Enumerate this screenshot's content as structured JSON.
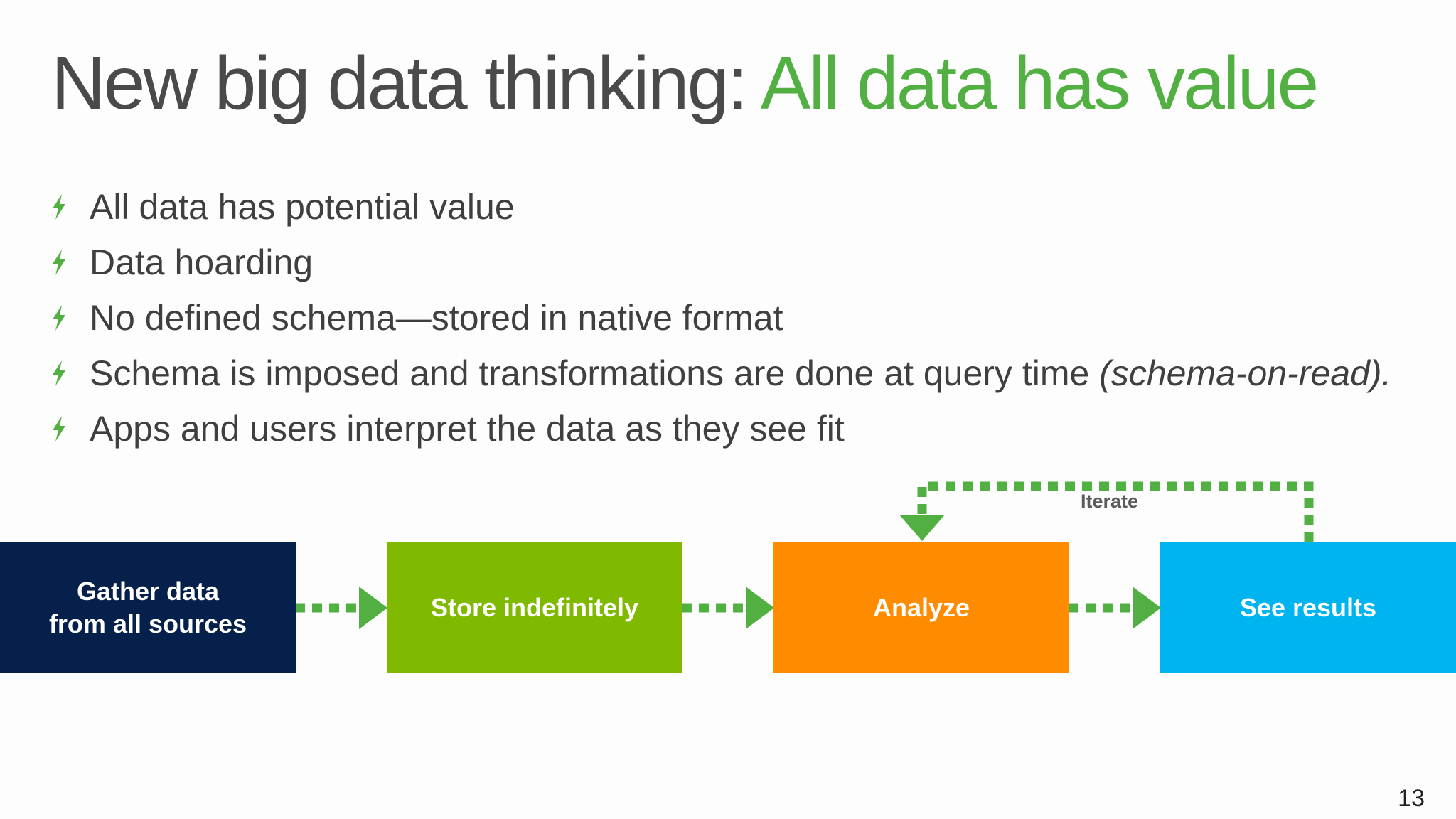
{
  "slide": {
    "title_main": "New big data thinking: ",
    "title_accent": "All data has value",
    "page_number": "13"
  },
  "bullets": [
    {
      "text": "All data has potential value",
      "emphasis": ""
    },
    {
      "text": "Data hoarding",
      "emphasis": ""
    },
    {
      "text": "No defined schema—stored in native format",
      "emphasis": ""
    },
    {
      "text": "Schema is imposed and transformations are done at query time ",
      "emphasis": "(schema-on-read)."
    },
    {
      "text": "Apps and users interpret the data as they see fit",
      "emphasis": ""
    }
  ],
  "flow": {
    "steps": [
      {
        "label": "Gather data\nfrom all sources",
        "color": "#05204a"
      },
      {
        "label": "Store indefinitely",
        "color": "#7fba00"
      },
      {
        "label": "Analyze",
        "color": "#ff8c00"
      },
      {
        "label": "See results",
        "color": "#00b4f0"
      }
    ],
    "loop_label": "Iterate"
  },
  "colors": {
    "title_text": "#4a4a4a",
    "title_accent": "#52b043",
    "bullet_icon": "#52b043",
    "arrow": "#52b043",
    "body_text": "#3f3f3f"
  },
  "icons": {
    "bullet": "lightning-bolt-icon",
    "connector": "dotted-arrow-right-icon",
    "loop": "dotted-loop-arrow-icon"
  }
}
